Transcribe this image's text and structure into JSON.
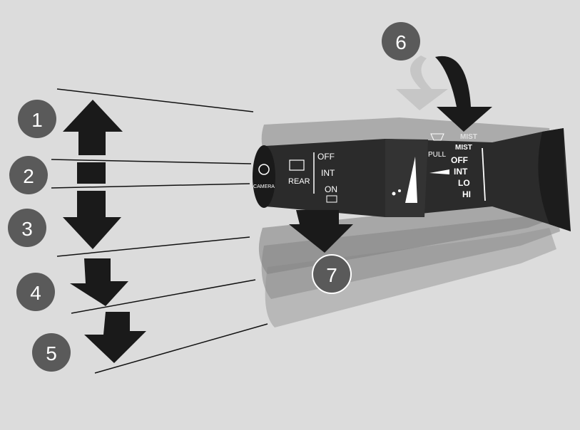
{
  "colors": {
    "background": "#dcdcdc",
    "badge": "#5a5a5a",
    "arrow": "#1a1a1a",
    "ghost_arrow": "#bdbdbd",
    "stalk": "#2a2a2a",
    "stalk_ghost": "#8f8f8f",
    "label_text": "#ffffff"
  },
  "badges": [
    "1",
    "2",
    "3",
    "4",
    "5",
    "6",
    "7"
  ],
  "stalk": {
    "camera_label": "CAMERA",
    "rear_label": "REAR",
    "rear_positions": [
      "OFF",
      "INT",
      "ON"
    ],
    "pull_label": "PULL",
    "front_positions": [
      "MIST",
      "OFF",
      "INT",
      "LO",
      "HI"
    ],
    "ghost_mist_label": "MIST"
  }
}
